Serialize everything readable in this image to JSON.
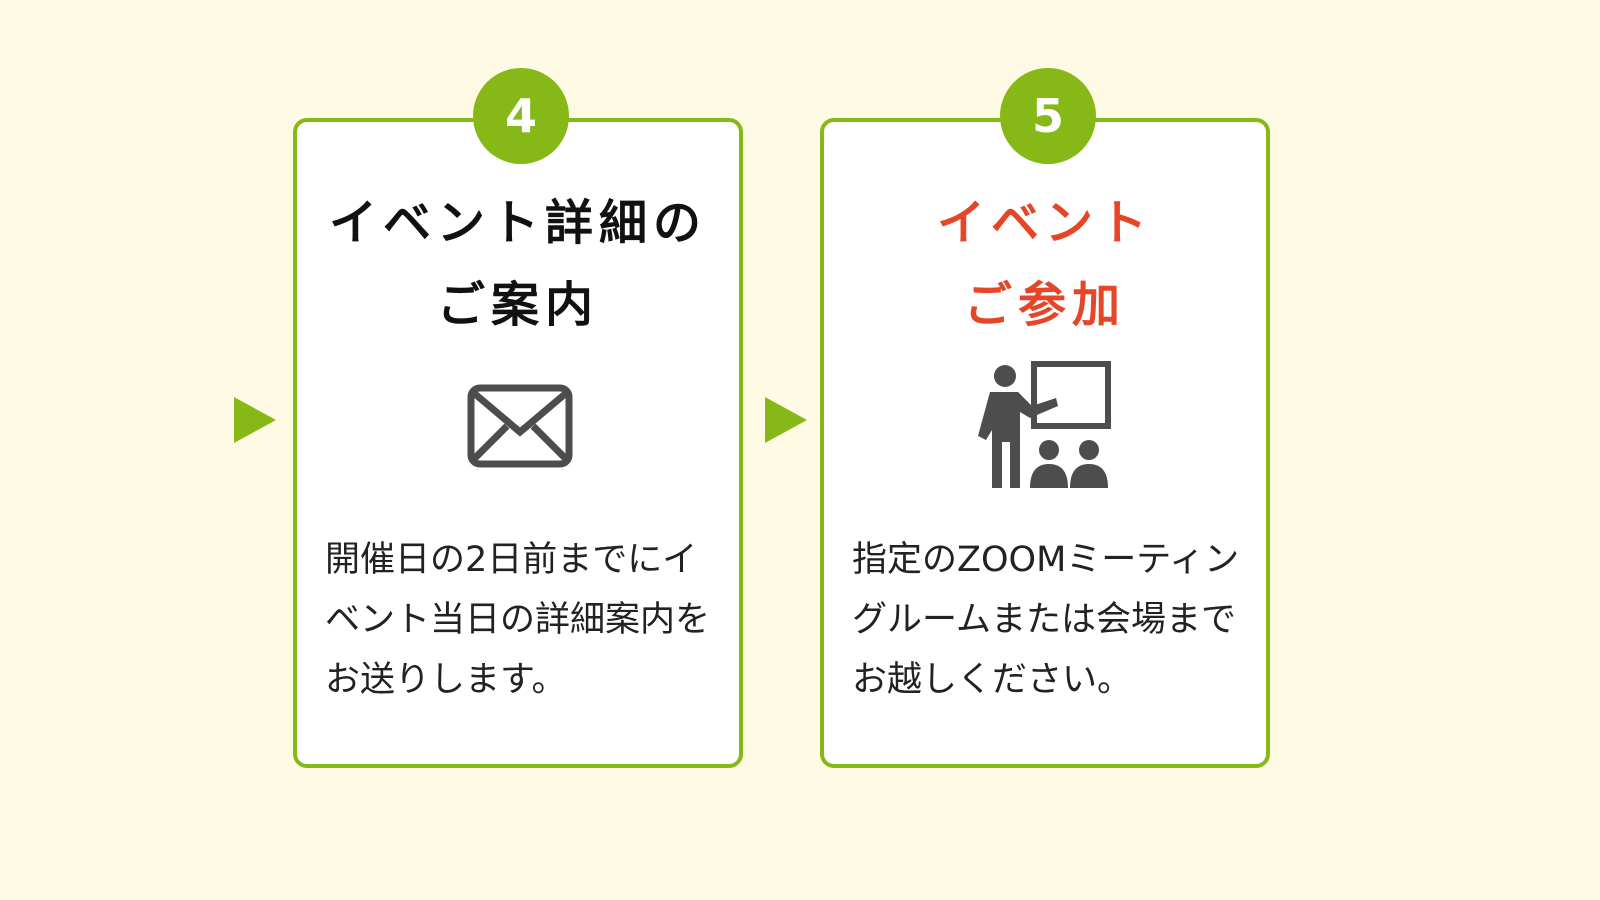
{
  "colors": {
    "accent": "#86b918",
    "highlight": "#e64628",
    "icon": "#4d4d4d",
    "background": "#fefae3"
  },
  "steps": [
    {
      "number": "4",
      "title_line1": "イベント詳細の",
      "title_line2": "ご案内",
      "icon": "mail-icon",
      "body": "開催日の2日前までにイベント当日の詳細案内をお送りします。"
    },
    {
      "number": "5",
      "title_line1": "イベント",
      "title_line2": "ご参加",
      "icon": "presenter-icon",
      "body": "指定のZOOMミーティングルームまたは会場までお越しください。"
    }
  ]
}
